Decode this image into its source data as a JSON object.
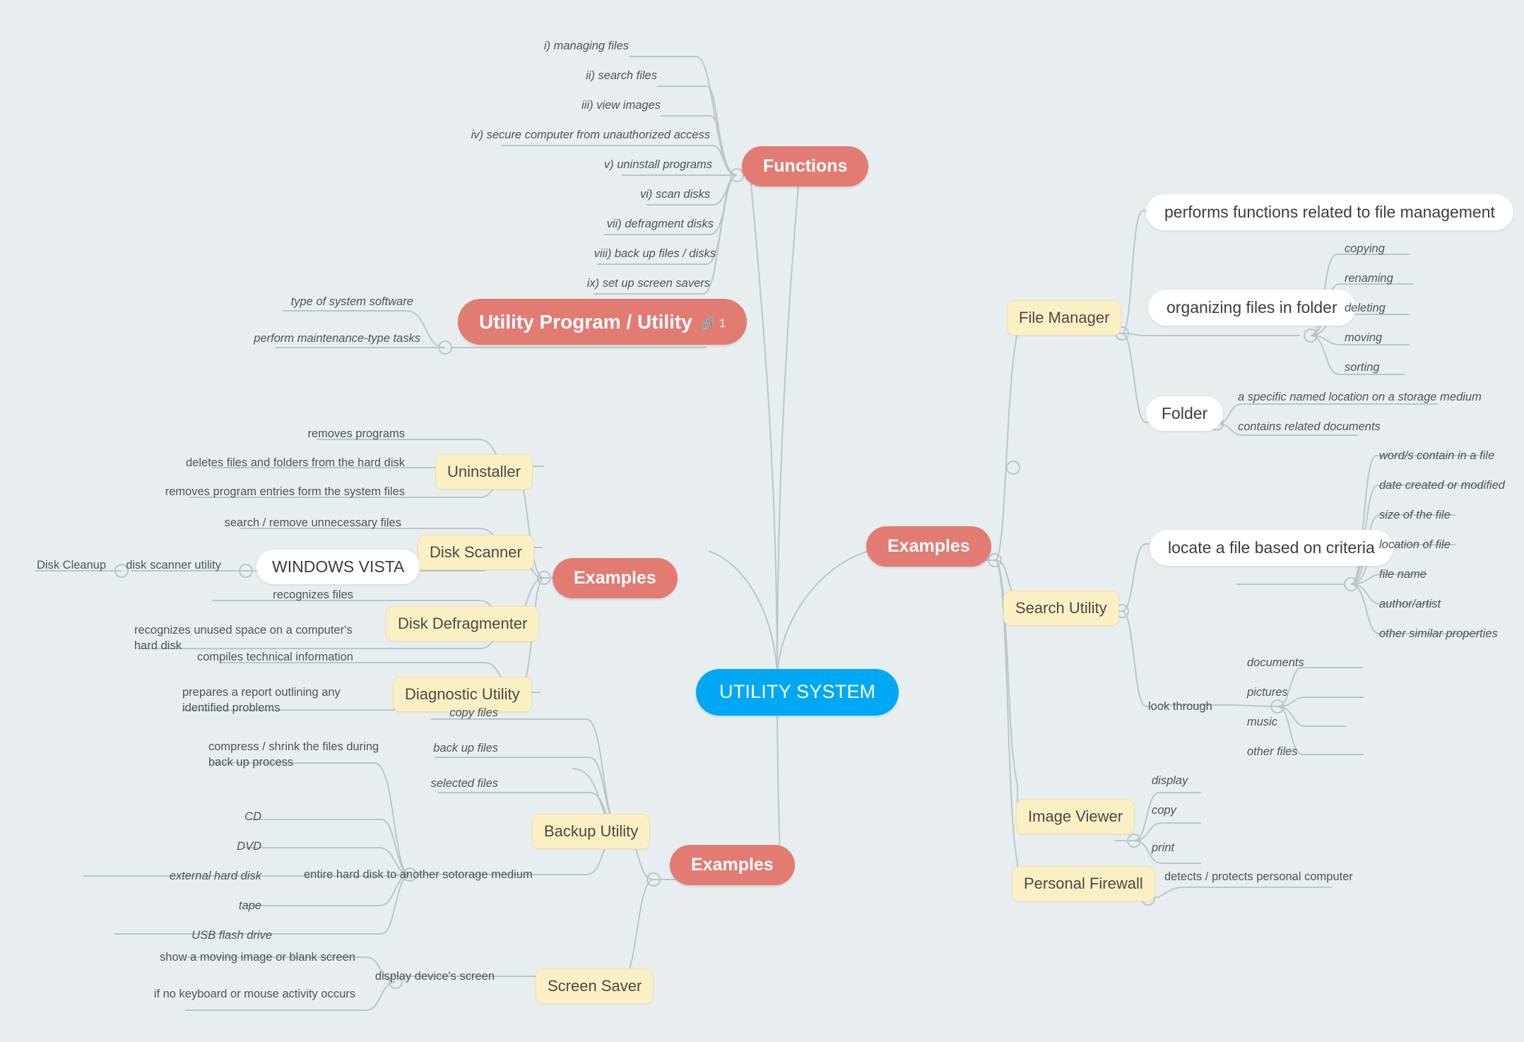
{
  "canvas": {
    "background": "#e8eef0",
    "accent_root": "#00a8f3",
    "accent_category": "#e27b72",
    "accent_example": "#fbefc4",
    "link_color": "#b9c6ca"
  },
  "root": {
    "label": "UTILITY SYSTEM"
  },
  "categories": {
    "functions": "Functions",
    "examples_left": "Examples",
    "examples_right": "Examples",
    "examples_bottom": "Examples",
    "utility_program": "Utility Program / Utility",
    "utility_program_link_icon": "link-icon",
    "utility_program_link_count": "1"
  },
  "functions_list": [
    "i) managing files",
    "ii) search files",
    "iii) view images",
    "iv) secure computer from unauthorized access",
    "v) uninstall programs",
    "vi) scan disks",
    "vii) defragment disks",
    "viii) back up files / disks",
    "ix) set up screen savers"
  ],
  "utility_program_traits": [
    "type of system software",
    "perform maintenance-type tasks"
  ],
  "left_examples": {
    "uninstaller": {
      "label": "Uninstaller",
      "details": [
        "removes programs",
        "deletes files and folders from the hard disk",
        "removes program entries form the system files"
      ]
    },
    "disk_scanner": {
      "label": "Disk Scanner",
      "details": [
        "search / remove unnecessary files"
      ],
      "windows_vista": "WINDOWS VISTA",
      "vista_details": [
        "disk scanner utility"
      ],
      "disk_cleanup": "Disk Cleanup"
    },
    "disk_defragmenter": {
      "label": "Disk Defragmenter",
      "details": [
        "recognizes files",
        "recognizes unused space on a computer's hard disk"
      ]
    },
    "diagnostic_utility": {
      "label": "Diagnostic Utility",
      "details": [
        "compiles technical information",
        "prepares a report outlining any identified problems"
      ]
    },
    "backup_utility": {
      "label": "Backup Utility",
      "details": [
        "copy files",
        "back up files",
        "selected files"
      ],
      "compress_note": "compress / shrink the files during back up process",
      "storage_label": "entire hard disk to another sotorage medium",
      "storage_media": [
        "CD",
        "DVD",
        "external hard disk",
        "tape",
        "USB flash drive"
      ]
    },
    "screen_saver": {
      "label": "Screen Saver",
      "details": [
        "display device's screen"
      ],
      "conditions": [
        "show a moving image or blank screen",
        "if no keyboard or mouse activity occurs"
      ]
    }
  },
  "right_examples": {
    "file_manager": {
      "label": "File Manager",
      "performs": "performs functions related to file management",
      "organizing": "organizing files in folder",
      "operations": [
        "copying",
        "renaming",
        "deleting",
        "moving",
        "sorting"
      ],
      "folder": {
        "label": "Folder",
        "details": [
          "a specific named location on a storage medium",
          "contains related documents"
        ]
      }
    },
    "search_utility": {
      "label": "Search Utility",
      "locate": "locate a file based on criteria",
      "criteria": [
        "word/s contain in a file",
        "date created or modified",
        "size of the file",
        "location of file",
        "file name",
        "author/artist",
        "other similar properties"
      ],
      "look_through_label": "look through",
      "look_through": [
        "documents",
        "pictures",
        "music",
        "other files"
      ]
    },
    "image_viewer": {
      "label": "Image Viewer",
      "actions": [
        "display",
        "copy",
        "print"
      ]
    },
    "personal_firewall": {
      "label": "Personal Firewall",
      "detail": "detects / protects personal computer"
    }
  }
}
